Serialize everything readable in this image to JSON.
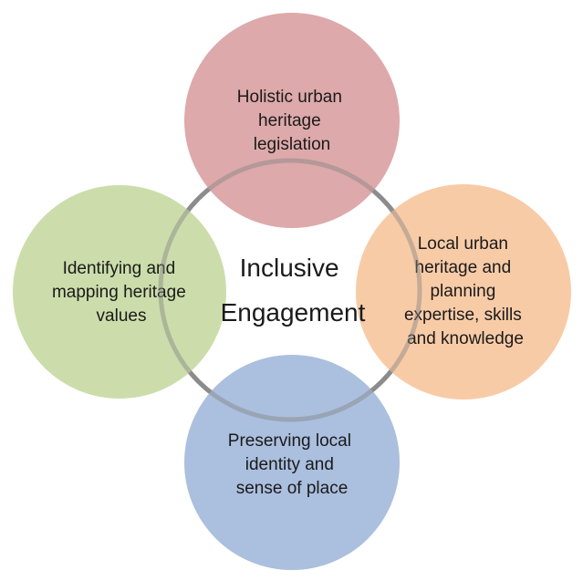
{
  "center": {
    "lines": [
      "Inclusive",
      "Engagement"
    ]
  },
  "nodes": [
    {
      "id": "top",
      "lines": [
        "Holistic urban",
        "heritage",
        "legislation"
      ],
      "color": "#dba4a5"
    },
    {
      "id": "right",
      "lines": [
        "Local urban",
        "heritage and",
        "planning",
        "expertise, skills",
        "and knowledge"
      ],
      "color": "#f8c8a2"
    },
    {
      "id": "bottom",
      "lines": [
        "Preserving local",
        "identity and",
        "sense of place"
      ],
      "color": "#a7bcdc"
    },
    {
      "id": "left",
      "lines": [
        "Identifying and",
        "mapping heritage",
        "values"
      ],
      "color": "#c9dba7"
    }
  ],
  "ring_color": "#8c8c8c"
}
